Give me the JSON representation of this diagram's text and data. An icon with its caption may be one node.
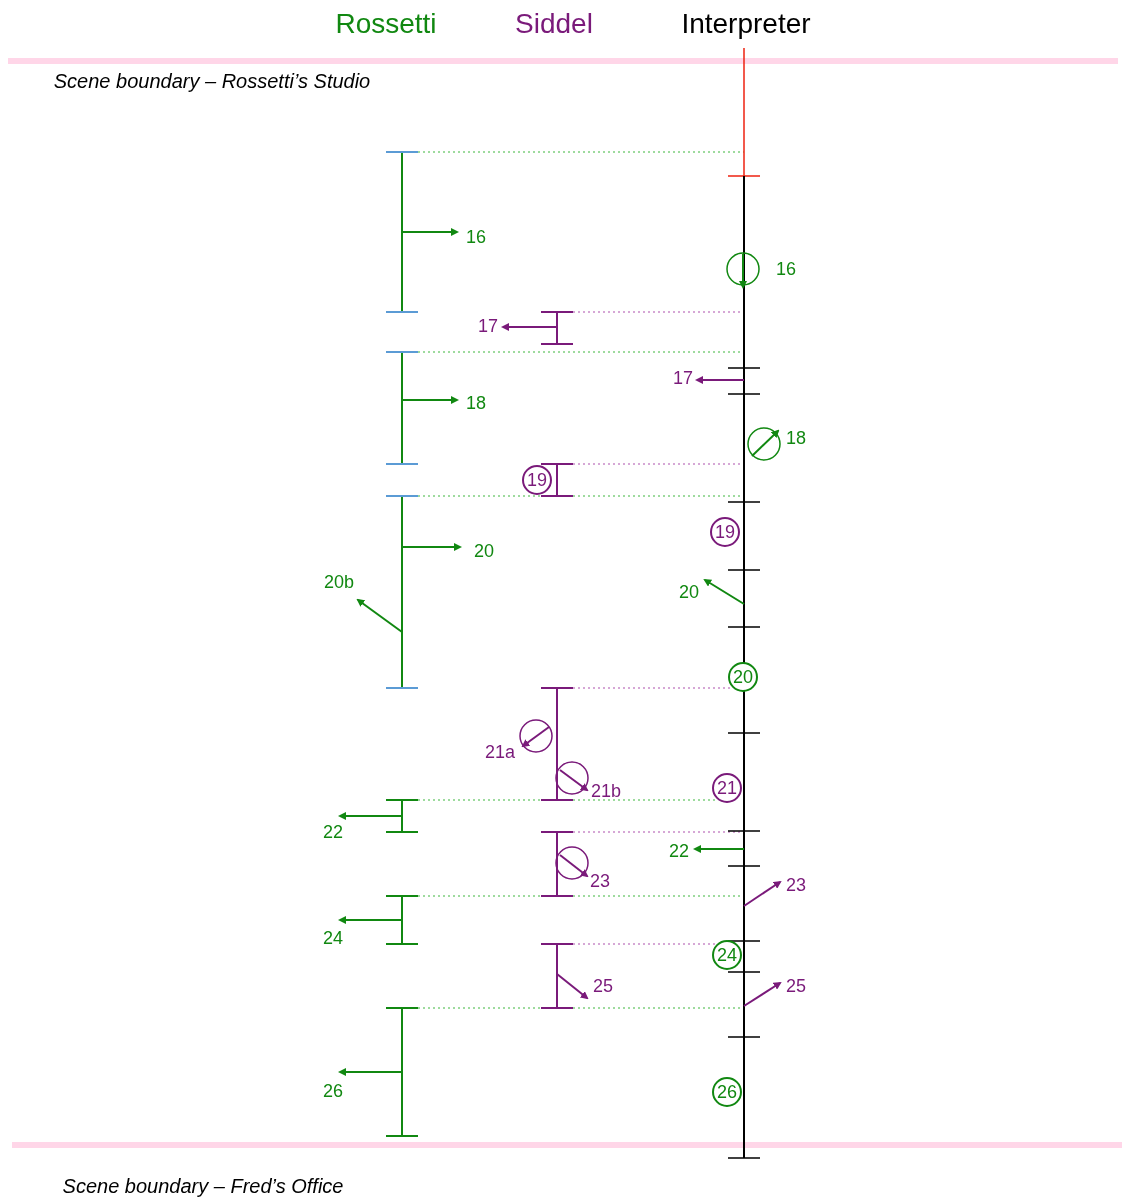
{
  "diagram": {
    "nodes": [
      {
        "text": [],
        "shape": "bar"
      },
      {
        "text": [],
        "shape": "bar"
      },
      {
        "text": [],
        "shape": "bar"
      },
      {
        "text": [],
        "shape": "bar"
      },
      {
        "text": [
          "19"
        ]
      },
      {
        "text": [],
        "shape": "bar"
      },
      {
        "text": [
          "19"
        ]
      },
      {
        "text": [
          "20"
        ]
      },
      {
        "text": [],
        "shape": "bar"
      },
      {
        "text": [
          "21"
        ]
      },
      {
        "text": [],
        "shape": "bar"
      },
      {
        "text": [],
        "shape": "bar"
      },
      {
        "text": [],
        "shape": "bar"
      },
      {
        "text": [],
        "shape": "bar"
      },
      {
        "text": [
          "24"
        ]
      },
      {
        "text": [],
        "shape": "bar"
      },
      {
        "text": [
          "26"
        ]
      }
    ],
    "edges": [
      {
        "from": 0,
        "to": null,
        "arrow": "none",
        "style": "dashed"
      },
      {
        "from": 1,
        "to": null,
        "arrow": "none",
        "style": "dashed",
        "color": "#c98bc9"
      },
      {
        "from": 2,
        "to": null,
        "arrow": "none",
        "style": "dashed"
      },
      {
        "from": 3,
        "to": null,
        "arrow": "none",
        "style": "dashed",
        "color": "#c98bc9"
      },
      {
        "from": 5,
        "to": null,
        "arrow": "none",
        "style": "dashed"
      },
      {
        "from": 8,
        "to": 7,
        "arrow": "none",
        "style": "dashed",
        "color": "#c98bc9"
      },
      {
        "from": 10,
        "to": 9,
        "arrow": "none",
        "style": "dashed"
      },
      {
        "from": 11,
        "to": null,
        "arrow": "none",
        "style": "dashed",
        "color": "#c98bc9"
      },
      {
        "from": 12,
        "to": null,
        "arrow": "none",
        "style": "dashed"
      },
      {
        "from": 13,
        "to": 14,
        "arrow": "none",
        "style": "dashed",
        "color": "#c98bc9"
      },
      {
        "from": 15,
        "to": null,
        "arrow": "none",
        "style": "dashed"
      }
    ],
    "labels": [
      "Rossetti",
      "Siddel",
      "Interpreter",
      "Scene boundary – Rossetti’s Studio",
      "16",
      "16",
      "17",
      "17",
      "18",
      "18",
      "20",
      "20b",
      "20",
      "21a",
      "21b",
      "22",
      "22",
      "23",
      "23",
      "24",
      "25",
      "25",
      "26",
      "Scene boundary – Fred’s Office"
    ]
  }
}
